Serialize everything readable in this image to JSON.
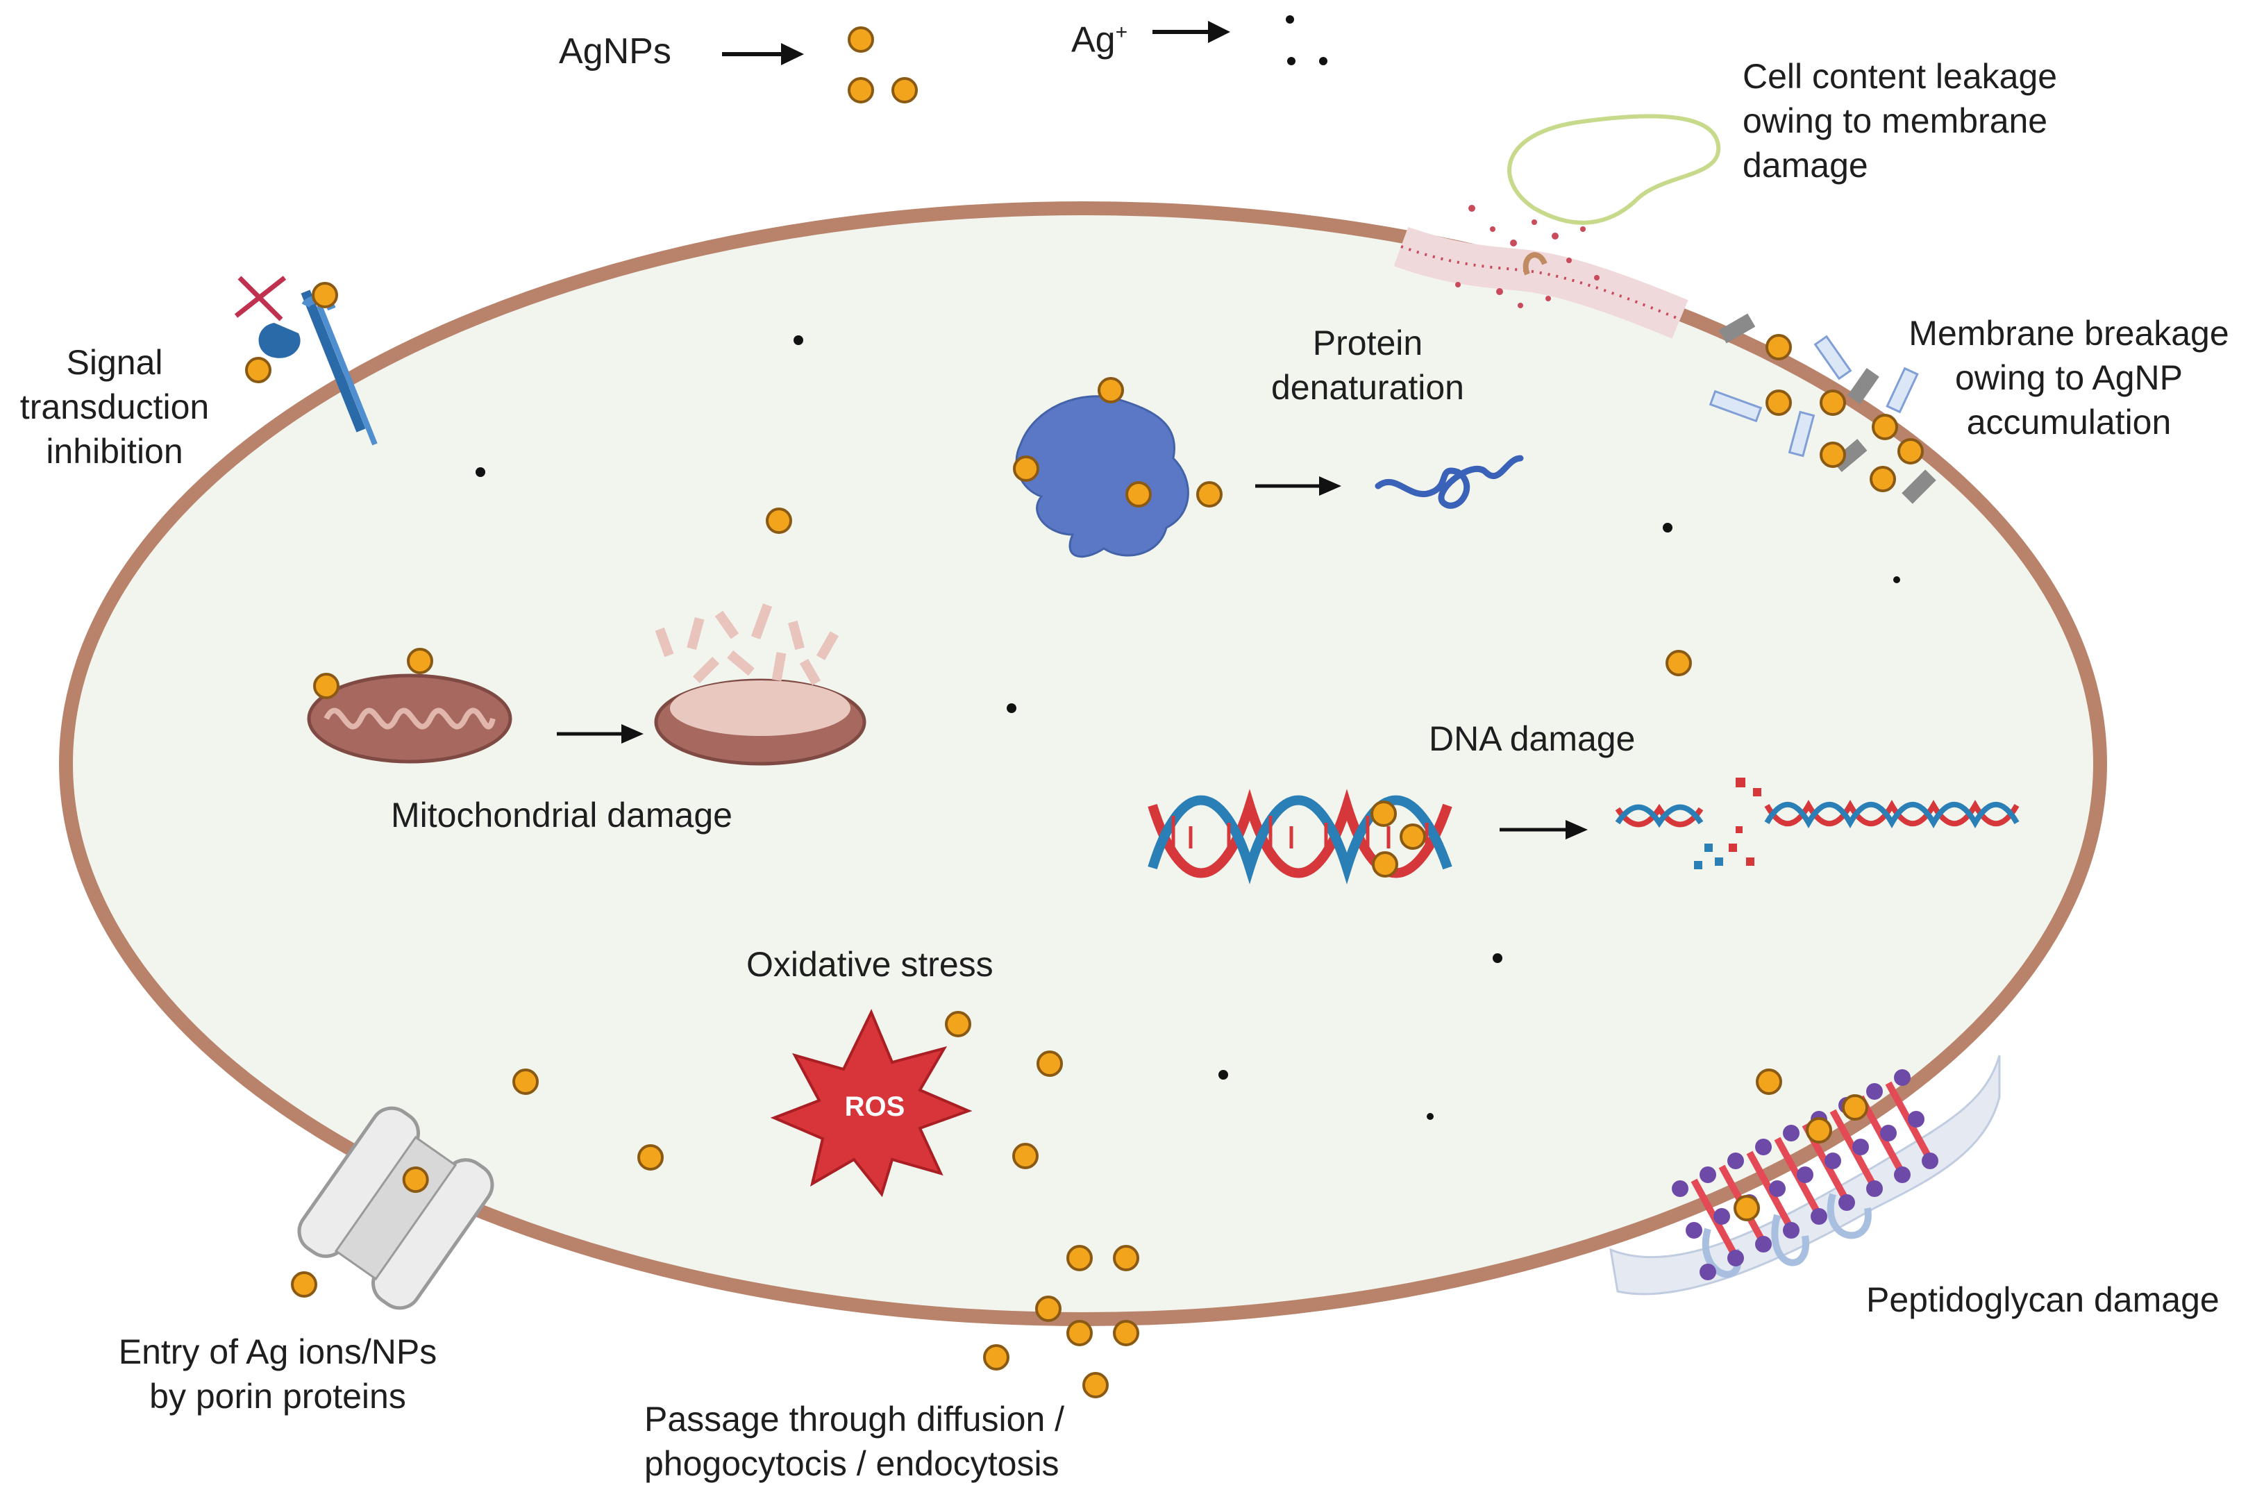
{
  "top": {
    "agnps_label": "AgNPs",
    "ag_ion_label": "Ag",
    "ag_ion_charge": "+"
  },
  "labels": {
    "cell_content_leakage": [
      "Cell content leakage",
      "owing to membrane",
      "damage"
    ],
    "signal_transduction": [
      "Signal",
      "transduction",
      "inhibition"
    ],
    "protein_denaturation": [
      "Protein",
      "denaturation"
    ],
    "membrane_breakage": [
      "Membrane breakage",
      "owing to AgNP",
      "accumulation"
    ],
    "mitochondrial_damage": "Mitochondrial damage",
    "dna_damage": "DNA damage",
    "oxidative_stress": "Oxidative stress",
    "ros": "ROS",
    "porin_entry": [
      "Entry of Ag ions/NPs",
      "by porin proteins"
    ],
    "passage": [
      "Passage through diffusion /",
      "phogocytocis / endocytosis"
    ],
    "peptidoglycan_damage": "Peptidoglycan damage"
  },
  "colors": {
    "cytoplasm": "#f2f5ee",
    "membrane": "#b9826a",
    "nanoparticle": "#f2a51c",
    "protein": "#5b78c6",
    "ros": "#d8353a",
    "dna_red": "#d6373a",
    "dna_blue": "#2a7fb6",
    "mitochondria": "#a7685f"
  }
}
